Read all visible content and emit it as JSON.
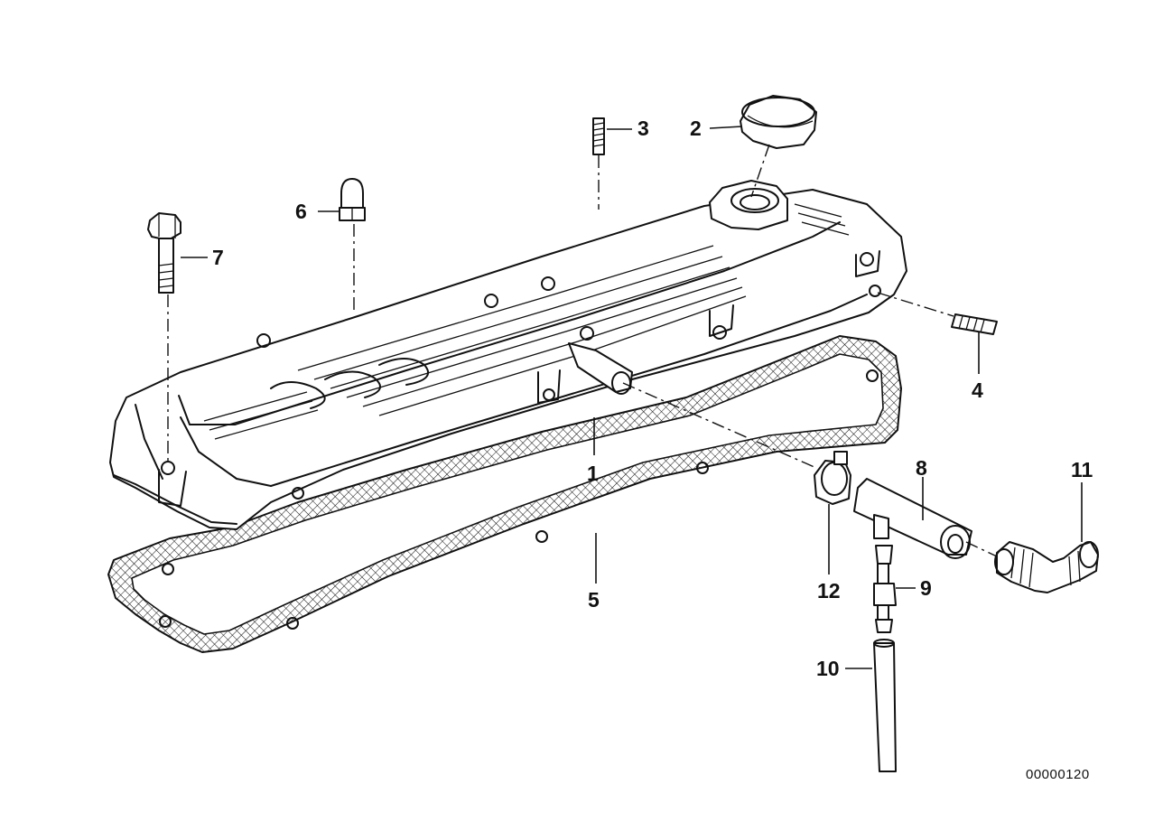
{
  "diagram": {
    "reference_number": "00000120",
    "callouts": {
      "c1": "1",
      "c2": "2",
      "c3": "3",
      "c4": "4",
      "c5": "5",
      "c6": "6",
      "c7": "7",
      "c8": "8",
      "c9": "9",
      "c10": "10",
      "c11": "11",
      "c12": "12"
    },
    "colors": {
      "ink": "#111111",
      "paper": "#ffffff"
    }
  }
}
